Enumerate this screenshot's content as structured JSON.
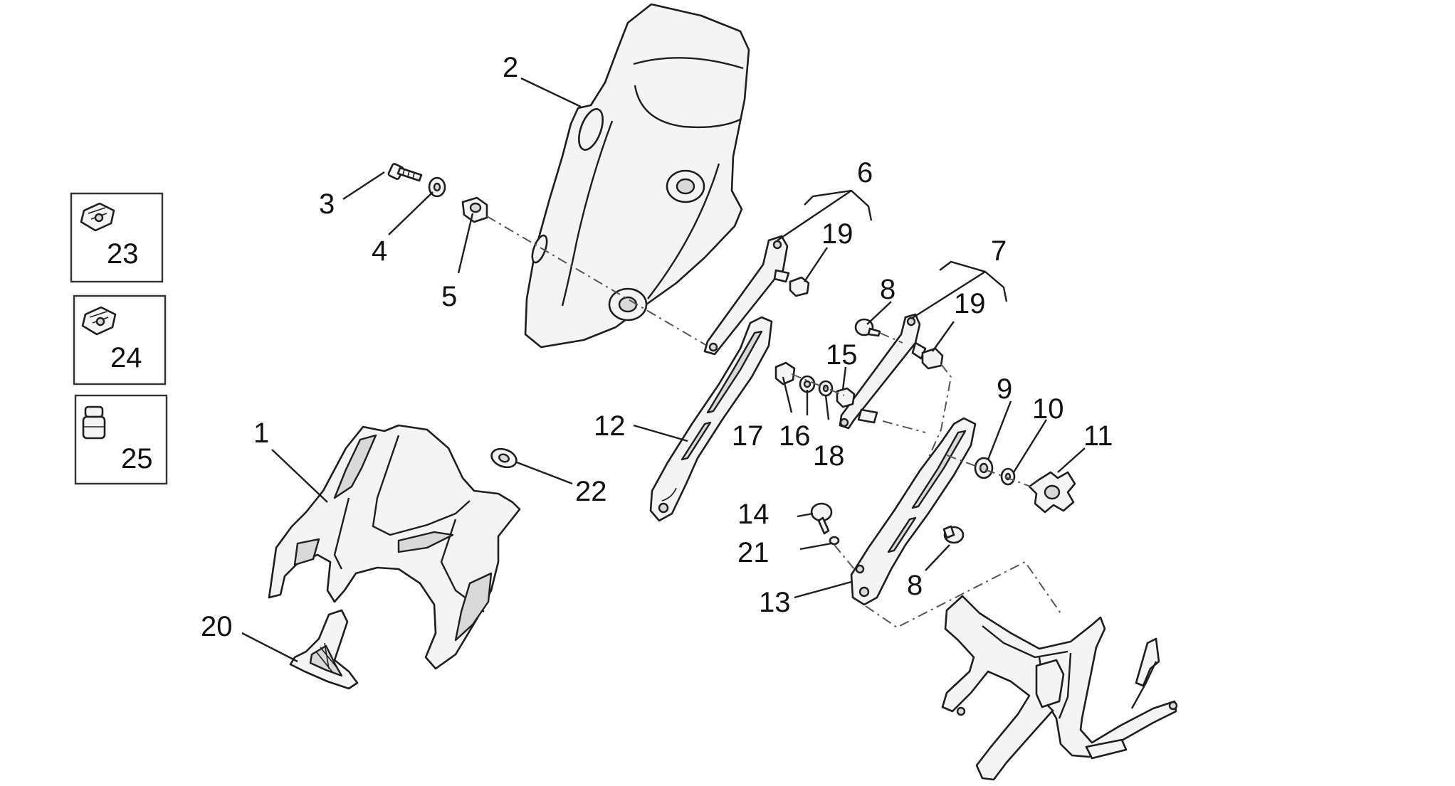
{
  "callouts": {
    "c1": "1",
    "c2": "2",
    "c3": "3",
    "c4": "4",
    "c5": "5",
    "c6": "6",
    "c7": "7",
    "c8a": "8",
    "c8b": "8",
    "c9": "9",
    "c10": "10",
    "c11": "11",
    "c12": "12",
    "c13": "13",
    "c14": "14",
    "c15": "15",
    "c16": "16",
    "c17": "17",
    "c18": "18",
    "c19a": "19",
    "c19b": "19",
    "c20": "20",
    "c21": "21",
    "c22": "22"
  },
  "inset_boxes": {
    "box23": "23",
    "box24": "24",
    "box25": "25"
  },
  "icons": [
    "clip-nut-icon",
    "clip-nut-icon",
    "bushing-icon",
    "knob-icon",
    "screw-icon",
    "washer-icon"
  ]
}
